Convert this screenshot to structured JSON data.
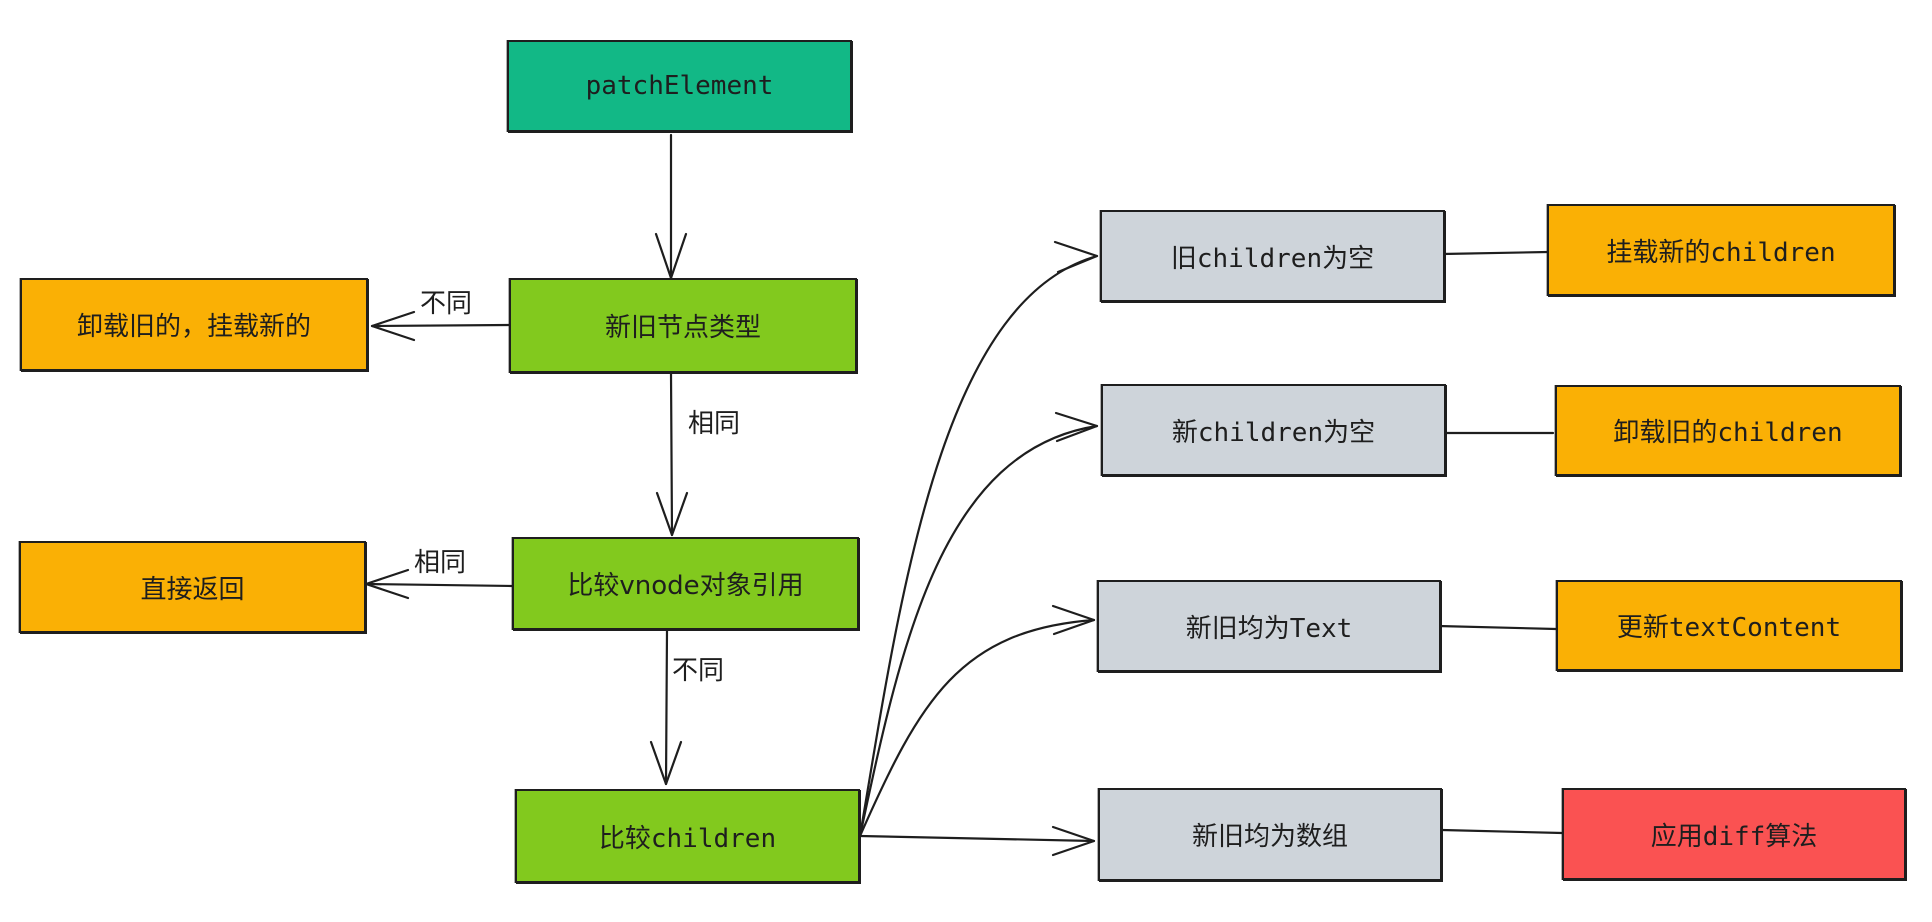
{
  "nodes": {
    "patch_element": "patchElement",
    "node_type": "新旧节点类型",
    "unmount_mount": "卸载旧的，挂载新的",
    "compare_ref": "比较vnode对象引用",
    "return_direct": "直接返回",
    "compare_children": "比较children",
    "old_empty": "旧children为空",
    "new_empty": "新children为空",
    "both_text": "新旧均为Text",
    "both_array": "新旧均为数组",
    "mount_new_children": "挂载新的children",
    "unmount_old_children": "卸载旧的children",
    "update_text": "更新textContent",
    "apply_diff": "应用diff算法"
  },
  "edge_labels": {
    "type_different": "不同",
    "type_same": "相同",
    "ref_same": "相同",
    "ref_different": "不同"
  },
  "colors": {
    "start": "#12b886",
    "step": "#82c91e",
    "action": "#fab005",
    "condition": "#ced4da",
    "diff": "#fa5252",
    "stroke": "#1e1e1e"
  }
}
